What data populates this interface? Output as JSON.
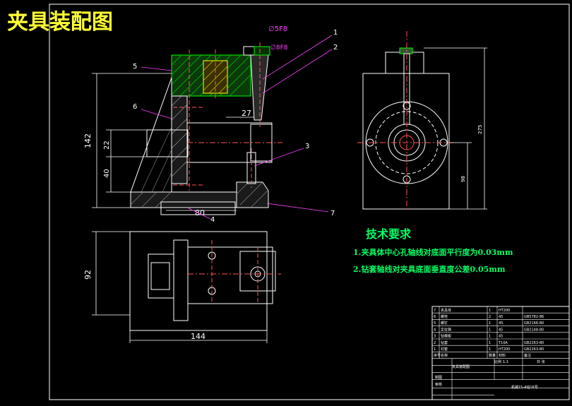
{
  "title": "夹具装配图",
  "dimensions": {
    "phi5f8": "∅5F8",
    "phi8f8": "∅8F8",
    "d27": "27",
    "d142": "142",
    "d22": "22",
    "d40": "40",
    "d80": "80",
    "d92": "92",
    "d144": "144",
    "d275": "275",
    "d98": "98"
  },
  "callouts": [
    "1",
    "2",
    "3",
    "4",
    "5",
    "6",
    "7"
  ],
  "tech_requirements": {
    "heading": "技术要求",
    "items": [
      "1.夹具体中心孔轴线对底面平行度为0.03mm",
      "2.钻套轴线对夹具底面垂直度公差0.05mm"
    ]
  },
  "parts_table": {
    "rows": [
      {
        "no": "7",
        "name": "夹具体",
        "qty": "1",
        "mat": "HT200",
        "std": ""
      },
      {
        "no": "6",
        "name": "螺栓",
        "qty": "2",
        "mat": "45",
        "std": "GB5782-86"
      },
      {
        "no": "5",
        "name": "螺钉",
        "qty": "1",
        "mat": "45",
        "std": "GB2166-80"
      },
      {
        "no": "4",
        "name": "定位销",
        "qty": "1",
        "mat": "45",
        "std": "GB2148-80"
      },
      {
        "no": "3",
        "name": "钻模板",
        "qty": "1",
        "mat": "45",
        "std": ""
      },
      {
        "no": "2",
        "name": "钻套",
        "qty": "1",
        "mat": "T10A",
        "std": "GB2263-80"
      },
      {
        "no": "1",
        "name": "衬套",
        "qty": "1",
        "mat": "HT200",
        "std": "GB2263-80"
      }
    ],
    "header": {
      "no": "序号",
      "name": "名称",
      "qty": "数量",
      "mat": "材料",
      "std": "备注"
    },
    "info": {
      "ratio_label": "比例",
      "ratio_value": "1:1",
      "sheet_label": "共 张",
      "drawing_label": "夹具装配图",
      "designer_label": "制图",
      "checker_label": "审核",
      "school": "机械15-4班16号"
    }
  }
}
